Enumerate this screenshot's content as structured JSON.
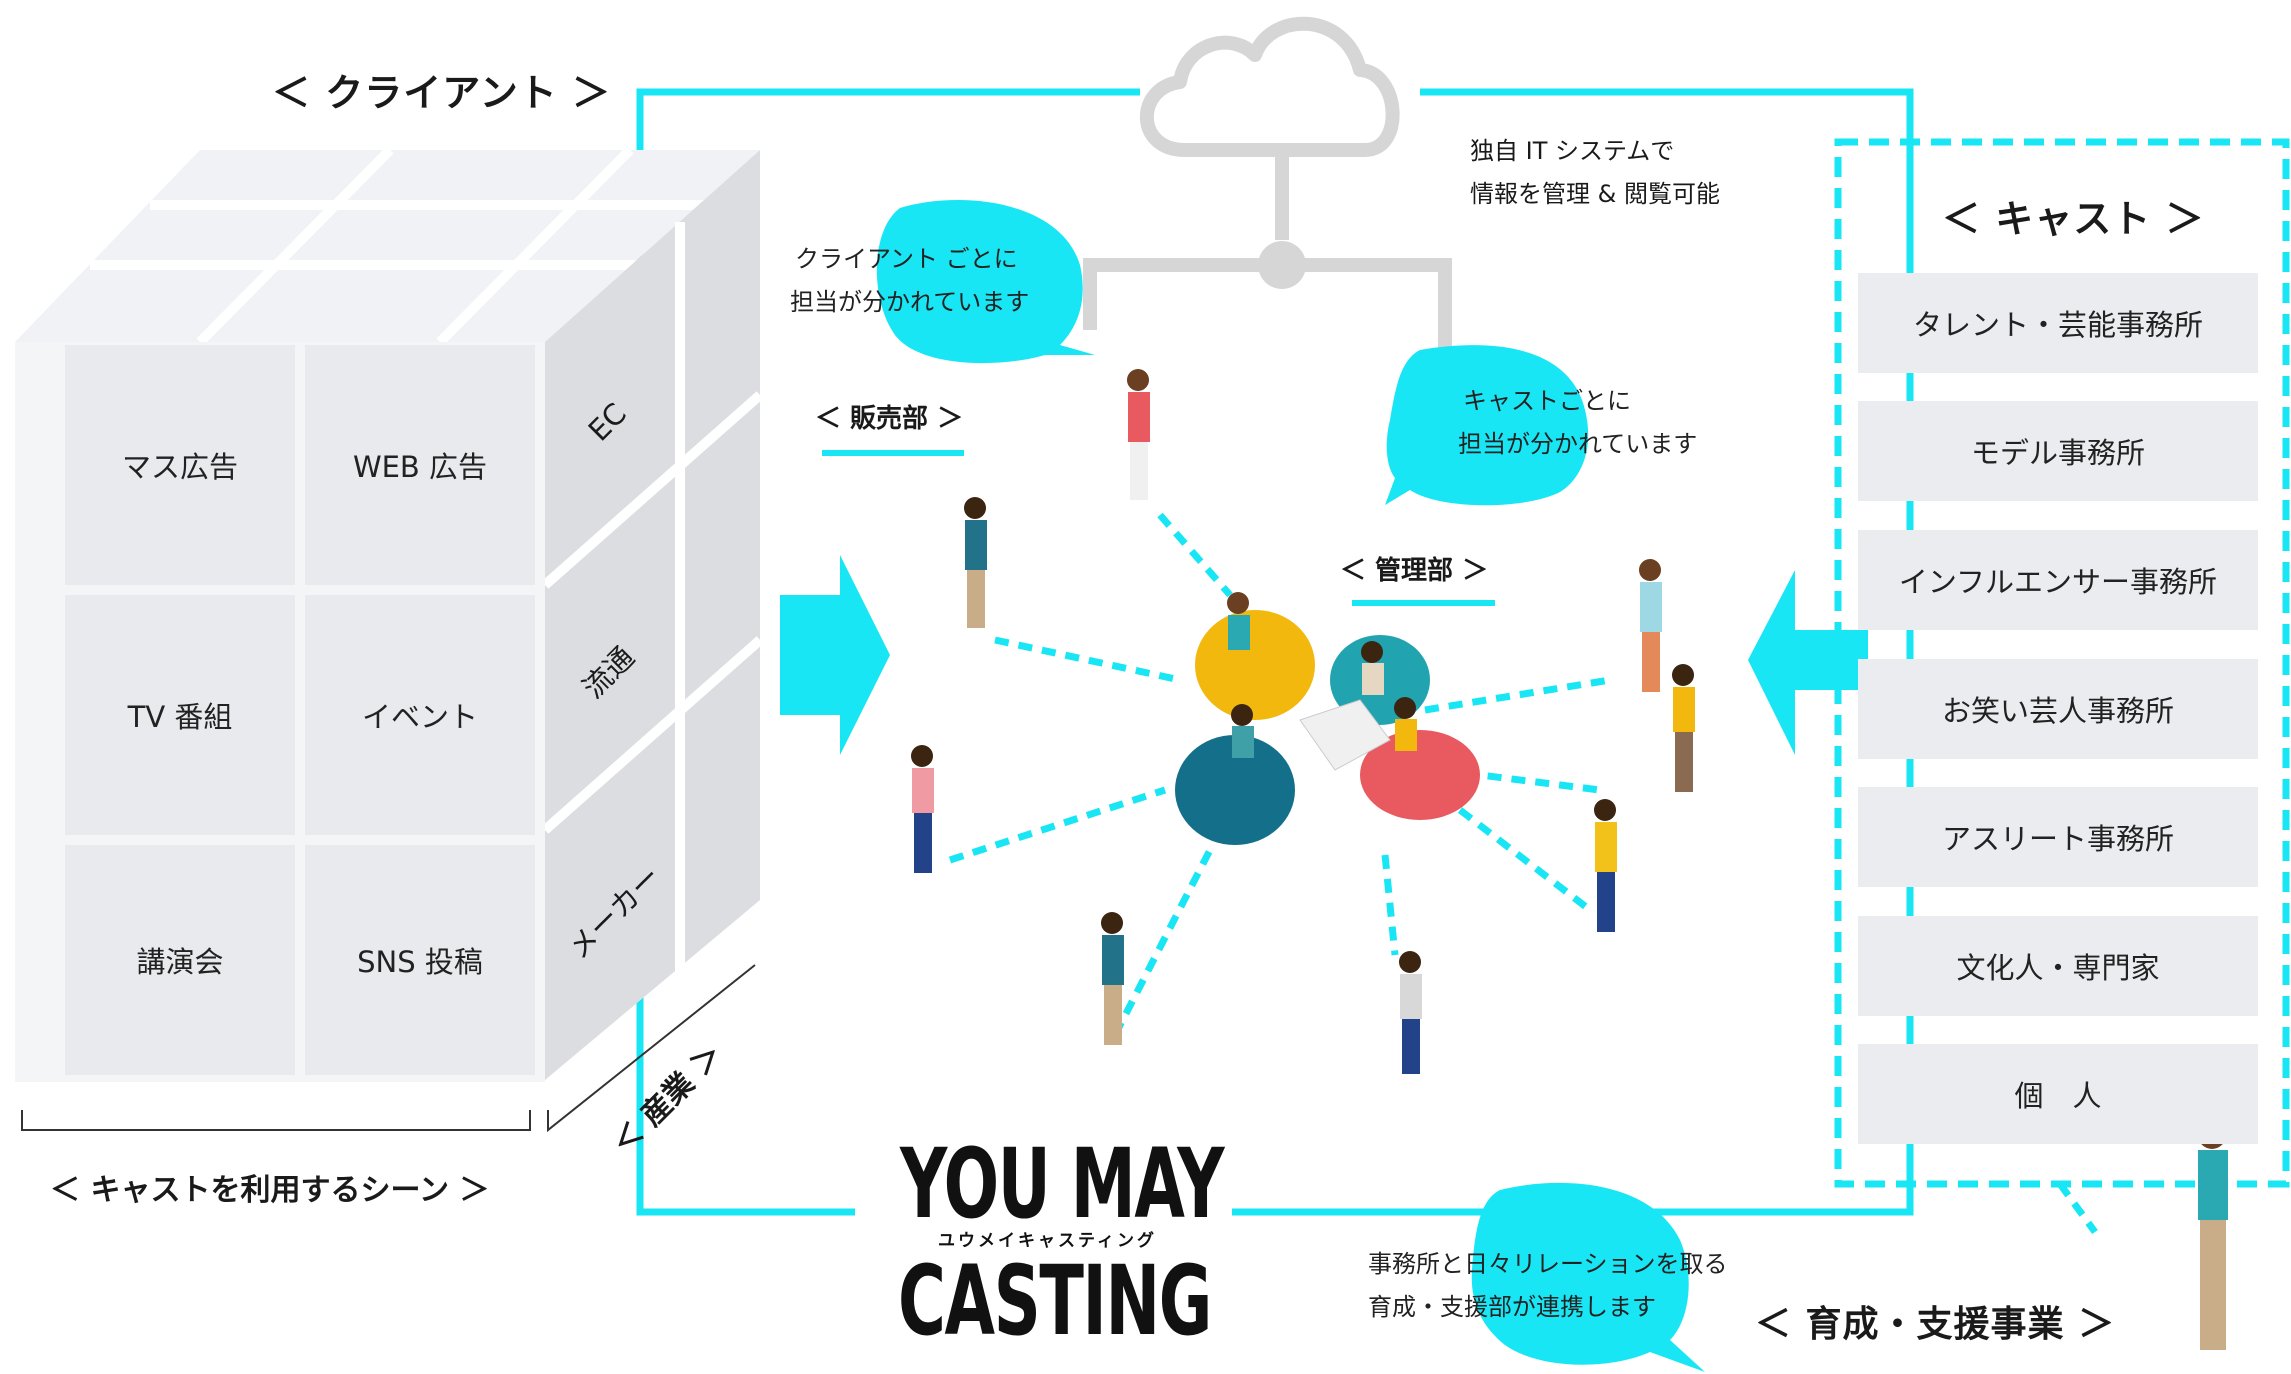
{
  "client": {
    "heading": "＜ クライアント ＞"
  },
  "scenes": {
    "tiles": [
      "マス広告",
      "WEB 広告",
      "TV 番組",
      "イベント",
      "講演会",
      "SNS 投稿"
    ],
    "caption": "＜ キャストを利用するシーン ＞"
  },
  "industry": {
    "items": [
      "EC",
      "流通",
      "メーカー"
    ],
    "caption": "＜ 産業 ＞"
  },
  "system": {
    "line1": "独自 IT システムで",
    "line2": "情報を管理 & 閲覧可能"
  },
  "bubbles": {
    "client": [
      "クライアント ごとに",
      "担当が分かれています"
    ],
    "cast": [
      "キャストごとに",
      "担当が分かれています"
    ],
    "support": [
      "事務所と日々リレーションを取る",
      "育成・支援部が連携します"
    ]
  },
  "departments": {
    "sales": "＜ 販売部 ＞",
    "management": "＜ 管理部 ＞"
  },
  "cast": {
    "heading": "＜ キャスト ＞",
    "items": [
      "タレント・芸能事務所",
      "モデル事務所",
      "インフルエンサー事務所",
      "お笑い芸人事務所",
      "アスリート事務所",
      "文化人・専門家",
      "個　人"
    ]
  },
  "support": {
    "heading": "＜ 育成・支援事業 ＞"
  },
  "logo": {
    "line1": "YOU MAY",
    "sub": "ユウメイキャスティング",
    "line2": "CASTING"
  },
  "colors": {
    "accent": "#19e6f4",
    "tile": "#e9eaee",
    "network": "#d6d6d6"
  }
}
